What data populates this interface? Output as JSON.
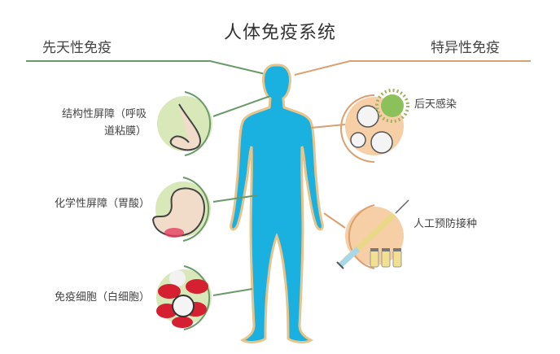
{
  "title": "人体免疫系统",
  "sections": {
    "left": "先天性免疫",
    "right": "特异性免疫"
  },
  "left_items": [
    {
      "label_line1": "结构性屏障（呼吸",
      "label_line2": "道粘膜）",
      "icon": "nose-icon"
    },
    {
      "label_line1": "化学性屏障（胃酸）",
      "icon": "stomach-icon"
    },
    {
      "label_line1": "免疫细胞（白细胞）",
      "icon": "blood-cells-icon"
    }
  ],
  "right_items": [
    {
      "label": "后天感染",
      "icon": "virus-icon"
    },
    {
      "label": "人工预防接种",
      "icon": "syringe-vaccine-icon"
    }
  ],
  "colors": {
    "body_fill": "#1ab0e0",
    "body_outline": "#e8c48a",
    "innate_line": "#6a9a6a",
    "innate_circle": "#d9e8b8",
    "specific_line": "#d9a070",
    "specific_circle": "#f7cfa6"
  }
}
